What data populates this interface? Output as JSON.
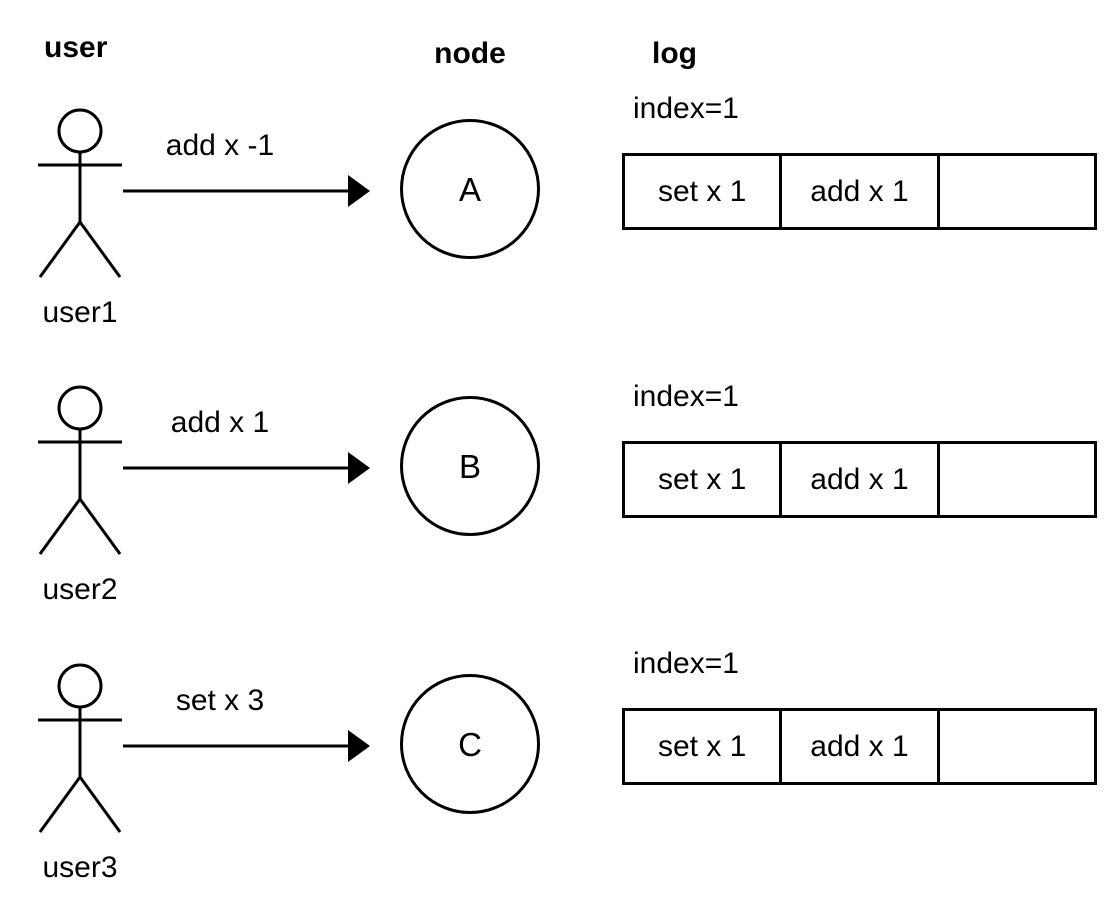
{
  "headers": {
    "user": "user",
    "node": "node",
    "log": "log"
  },
  "rows": [
    {
      "user": "user1",
      "message": "add x -1",
      "node": "A",
      "index_label": "index=1",
      "cells": [
        "set x 1",
        "add x 1",
        ""
      ]
    },
    {
      "user": "user2",
      "message": "add x 1",
      "node": "B",
      "index_label": "index=1",
      "cells": [
        "set x 1",
        "add x 1",
        ""
      ]
    },
    {
      "user": "user3",
      "message": "set x 3",
      "node": "C",
      "index_label": "index=1",
      "cells": [
        "set x 1",
        "add x 1",
        ""
      ]
    }
  ],
  "colors": {
    "stroke": "#000000",
    "background": "#ffffff",
    "text": "#000000"
  }
}
